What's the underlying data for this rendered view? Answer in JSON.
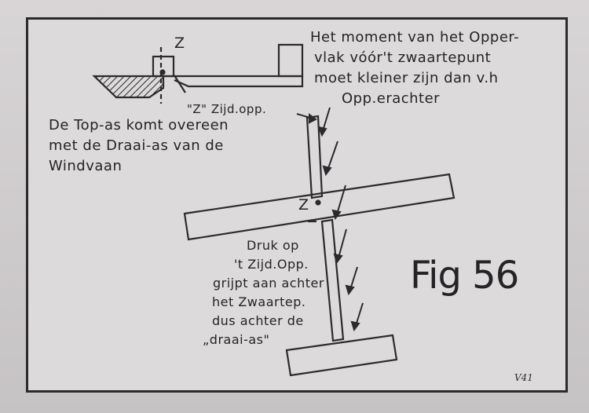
{
  "figure": {
    "label": "Fig 56",
    "signature": "V41",
    "top_view_marker": "Z",
    "plan_view_marker": "Z",
    "side_area_label": "\"Z\" Zijd.opp.",
    "note_moment": [
      "Het moment van het Opper-",
      "vlak vóór't zwaartepunt",
      "moet kleiner zijn dan v.h",
      "Opp.erachter"
    ],
    "note_axis": [
      "De Top-as komt overeen",
      "met de Draai-as van de",
      "Windvaan"
    ],
    "note_pressure": [
      "Druk op",
      "'t Zijd.Opp.",
      "grijpt aan achter",
      "het Zwaartep.",
      "dus achter de",
      "„draai-as\""
    ]
  }
}
